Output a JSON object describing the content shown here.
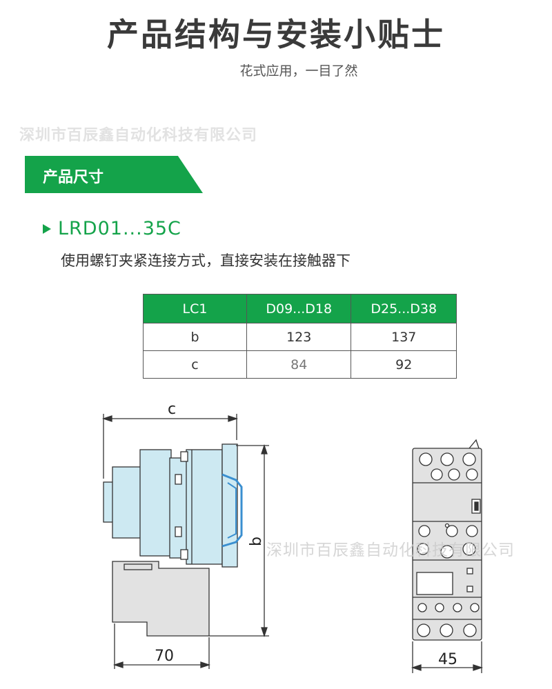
{
  "page": {
    "title": "产品结构与安装小贴士",
    "subtitle": "花式应用，一目了然",
    "watermark": "深圳市百辰鑫自动化科技有限公司"
  },
  "section": {
    "banner_label": "产品尺寸",
    "model": "LRD01...35C",
    "description": "使用螺钉夹紧连接方式，直接安装在接触器下"
  },
  "table": {
    "headers": [
      "LC1",
      "D09...D18",
      "D25...D38"
    ],
    "rows": [
      [
        "b",
        "123",
        "137"
      ],
      [
        "c",
        "84",
        "92"
      ]
    ]
  },
  "drawing": {
    "label_c": "c",
    "label_b": "b",
    "label_70": "70",
    "label_45": "45"
  },
  "colors": {
    "accent_green": "#14a34a",
    "contactor_body": "#cde9f2",
    "relay_body": "#e2e2e2"
  }
}
